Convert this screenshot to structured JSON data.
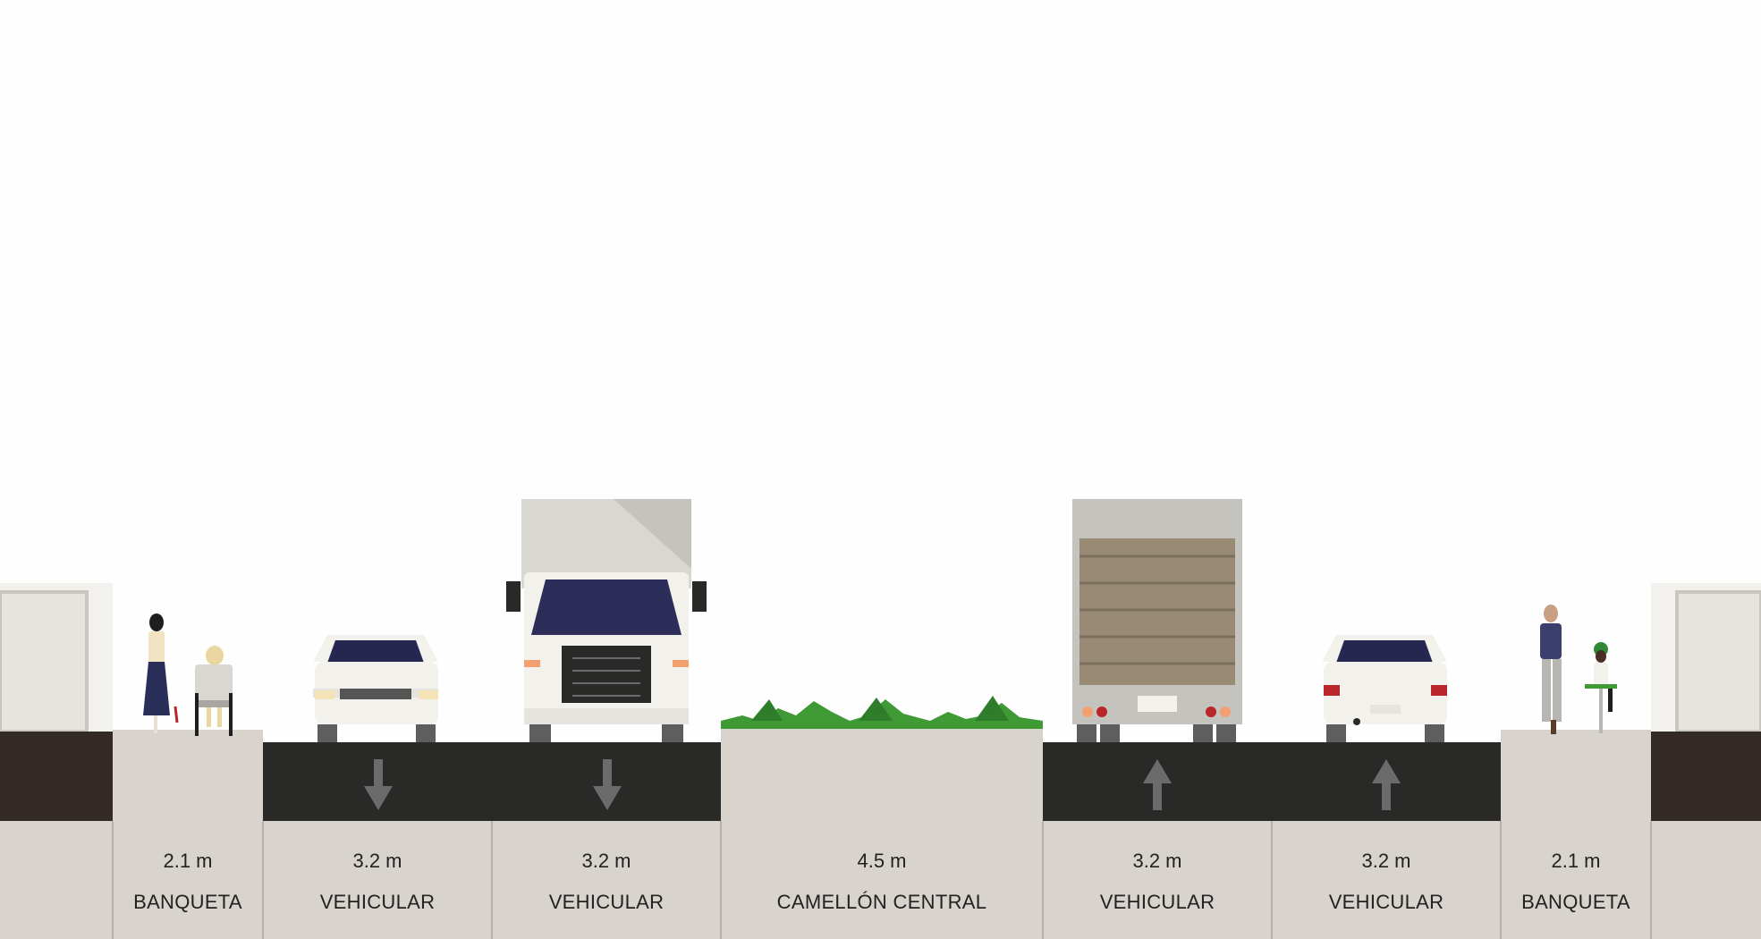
{
  "colors": {
    "sky": "#fffefe",
    "sidewalk": "#d8d4cd",
    "asphalt": "#292a28",
    "divider": "#a9a6a1",
    "arrow": "#6b6b6b",
    "building": "#e6e4df",
    "curb_dark": "#332a26",
    "median_green": "#3f9a36"
  },
  "segments": [
    {
      "width": "2.1 m",
      "type": "BANQUETA",
      "direction": "none"
    },
    {
      "width": "3.2 m",
      "type": "VEHICULAR",
      "direction": "down"
    },
    {
      "width": "3.2 m",
      "type": "VEHICULAR",
      "direction": "down"
    },
    {
      "width": "4.5 m",
      "type": "CAMELLÓN CENTRAL",
      "direction": "none"
    },
    {
      "width": "3.2 m",
      "type": "VEHICULAR",
      "direction": "up"
    },
    {
      "width": "3.2 m",
      "type": "VEHICULAR",
      "direction": "up"
    },
    {
      "width": "2.1 m",
      "type": "BANQUETA",
      "direction": "none"
    }
  ]
}
